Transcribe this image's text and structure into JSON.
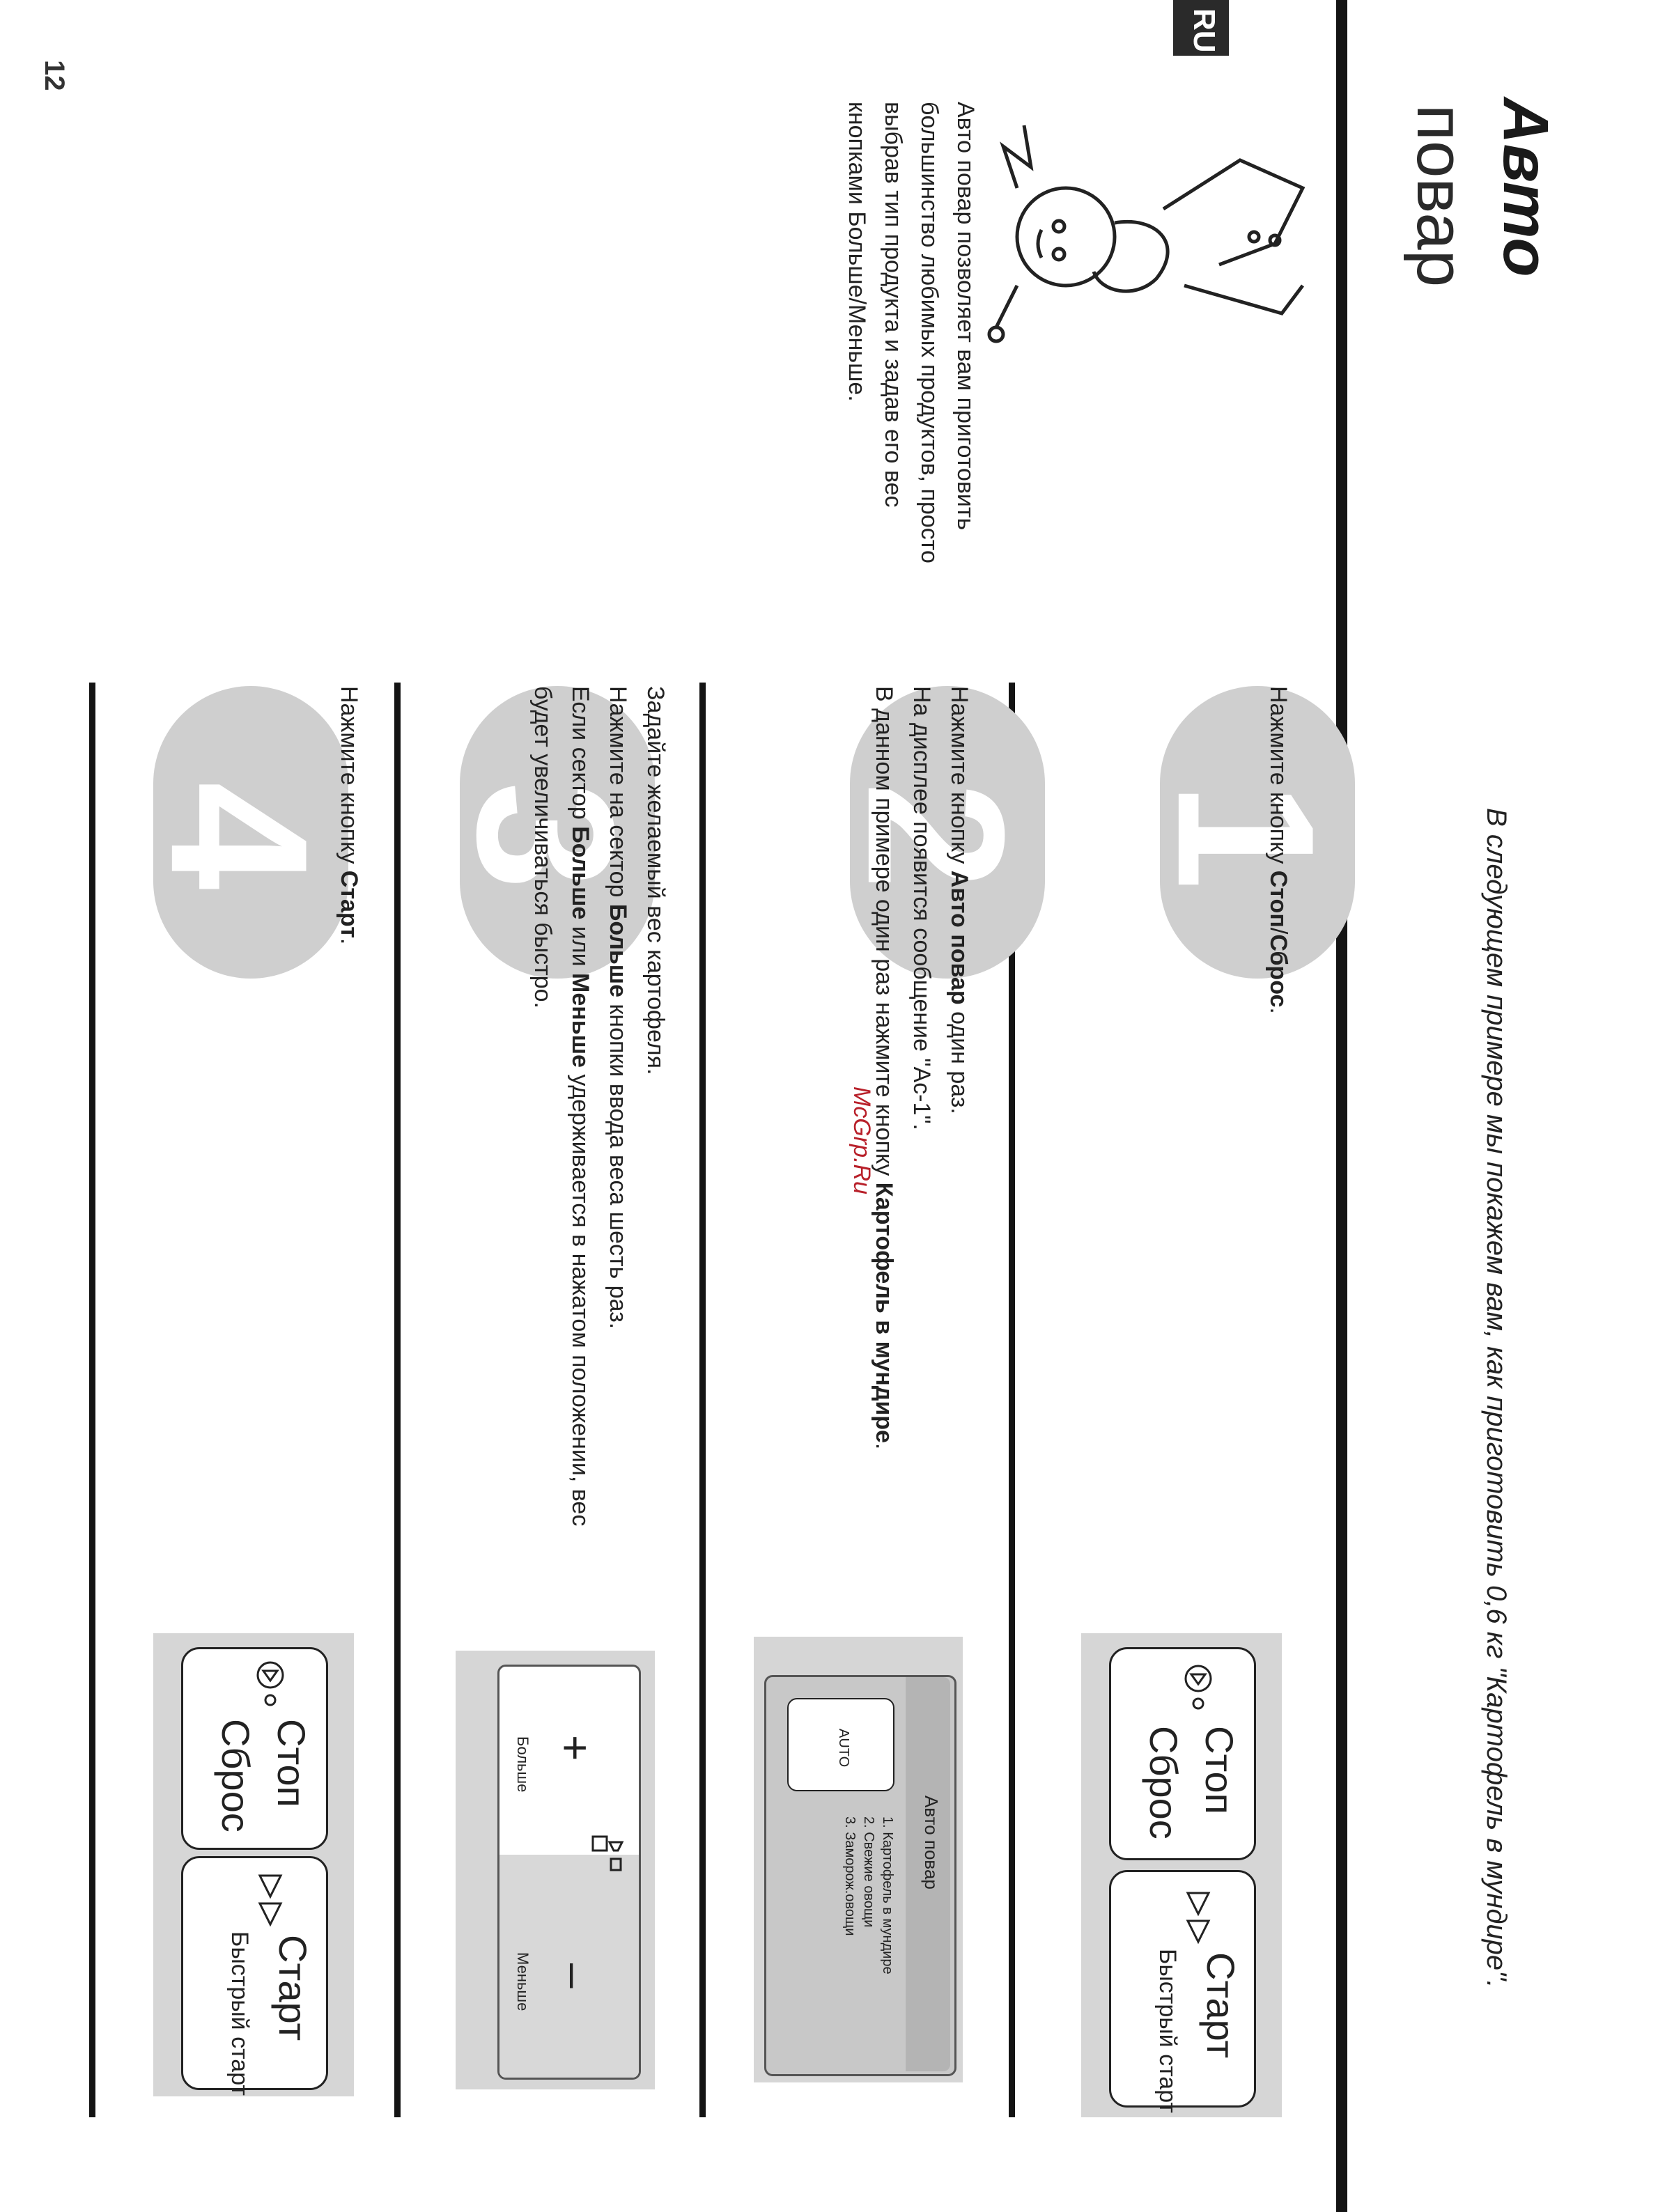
{
  "page": {
    "number": "12",
    "lang": "RU",
    "title_line1": "Авто",
    "title_line2": "повар",
    "subtitle": "В следующем примере мы покажем вам, как приготовить 0,6 кг \"Картофель в мундире\".",
    "intro": "Авто повар позволяет вам приготовить большинство любимых продуктов, просто выбрав тип продукта и задав его вес кнопками Больше/Меньше.",
    "watermark": "McGrp.Ru"
  },
  "steps": [
    {
      "num": "1",
      "pre": "Нажмите кнопку ",
      "bold": "Стоп",
      "mid": "/",
      "bold2": "Сброс",
      "post": "."
    },
    {
      "num": "2",
      "line1_pre": "Нажмите кнопку ",
      "line1_bold": "Авто повар",
      "line1_post": "  один раз.",
      "line2": "На дисплее появится сообщение \"Ac-1\".",
      "line3_pre": "В данном примере один раз нажмите кнопку ",
      "line3_bold": "Картофель в мундире",
      "line3_post": "."
    },
    {
      "num": "3",
      "line1": "Задайте желаемый вес картофеля.",
      "line2_pre": "Нажмите на сектор ",
      "line2_bold": "Больше",
      "line2_post": " кнопки ввода веса шесть раз.",
      "line3_pre": "Если сектор ",
      "line3_bold": "Больше",
      "line3_mid": " или ",
      "line3_bold2": "Меньше",
      "line3_post": " удерживается в нажатом положении, вес будет увеличиваться быстро."
    },
    {
      "num": "4",
      "pre": "Нажмите кнопку ",
      "bold": "Старт",
      "post": "."
    }
  ],
  "panels": {
    "stop_top": "Стоп",
    "stop_bottom": "Сброс",
    "start_top": "Старт",
    "start_bottom": "Быстрый старт",
    "auto_title": "Авто  повар",
    "auto_icon": "AUTO",
    "auto_items": [
      "1. Картофель в мундире",
      "2. Свежие овощи",
      "3. Заморож.овощи"
    ],
    "more_symbol": "+",
    "more_label": "Больше",
    "less_symbol": "–",
    "less_label": "Меньше"
  }
}
